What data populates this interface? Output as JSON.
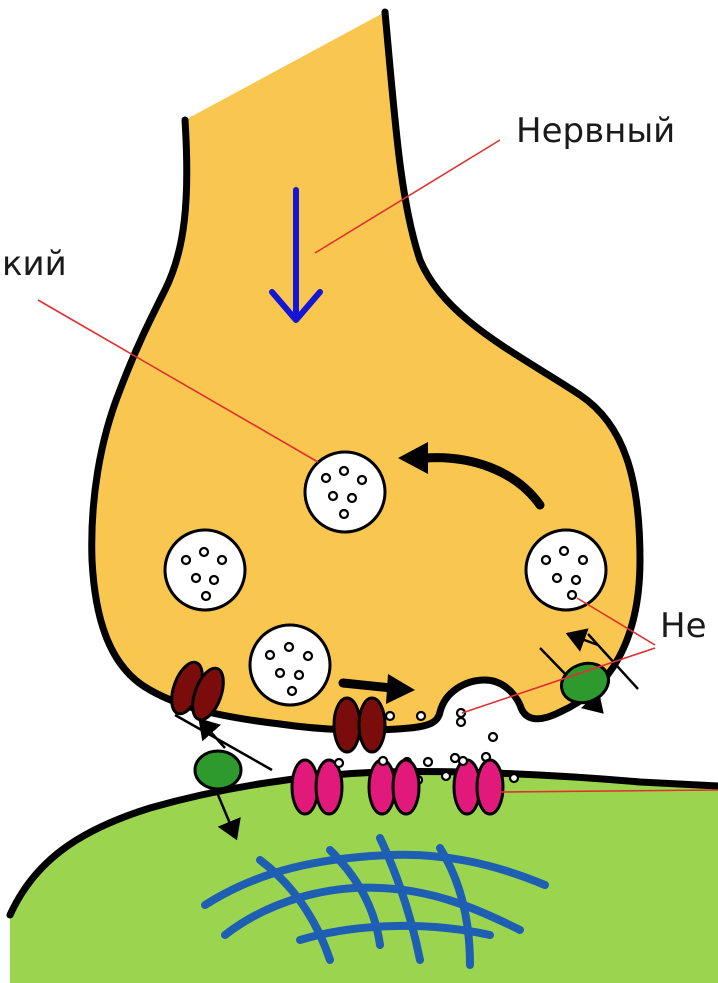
{
  "labels": {
    "nerve_impulse": "Нервный",
    "left_cut": "кий",
    "right_cut": "Не"
  },
  "colors": {
    "presynaptic_fill": "#f9c74f",
    "postsynaptic_fill": "#9bd54f",
    "impulse_arrow": "#1515d6",
    "pointer_line": "#e03030",
    "calcium_channel": "#7a0c0c",
    "receptor": "#e0197a",
    "reuptake_pump": "#2e9a2e",
    "cytoskeleton": "#1e5fb3"
  }
}
